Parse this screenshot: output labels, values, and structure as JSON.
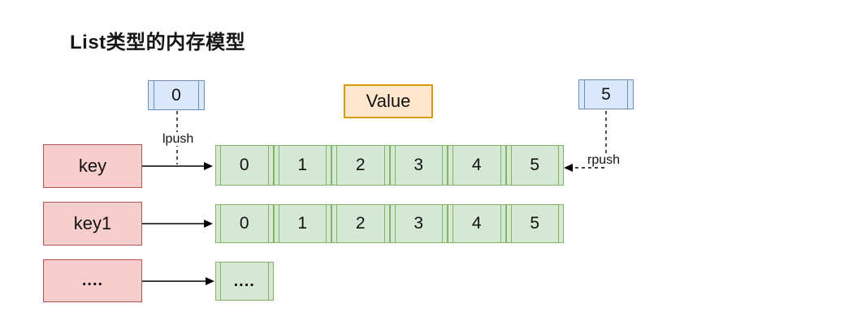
{
  "title": "List类型的内存模型",
  "markers": {
    "left_index": "0",
    "right_index": "5",
    "value_label": "Value",
    "lpush": "lpush",
    "rpush": "rpush"
  },
  "rows": [
    {
      "key": "key",
      "cells": [
        "0",
        "1",
        "2",
        "3",
        "4",
        "5"
      ]
    },
    {
      "key": "key1",
      "cells": [
        "0",
        "1",
        "2",
        "3",
        "4",
        "5"
      ]
    },
    {
      "key": "....",
      "cells": [
        "...."
      ]
    }
  ],
  "colors": {
    "key_fill": "#f8cecc",
    "key_stroke": "#b85450",
    "list_fill": "#d5e8d4",
    "list_stroke": "#82b366",
    "index_fill": "#dae8fc",
    "index_stroke": "#6c8ebf",
    "value_fill": "#ffe6cc",
    "value_stroke": "#d79b00",
    "arrow": "#000000"
  }
}
